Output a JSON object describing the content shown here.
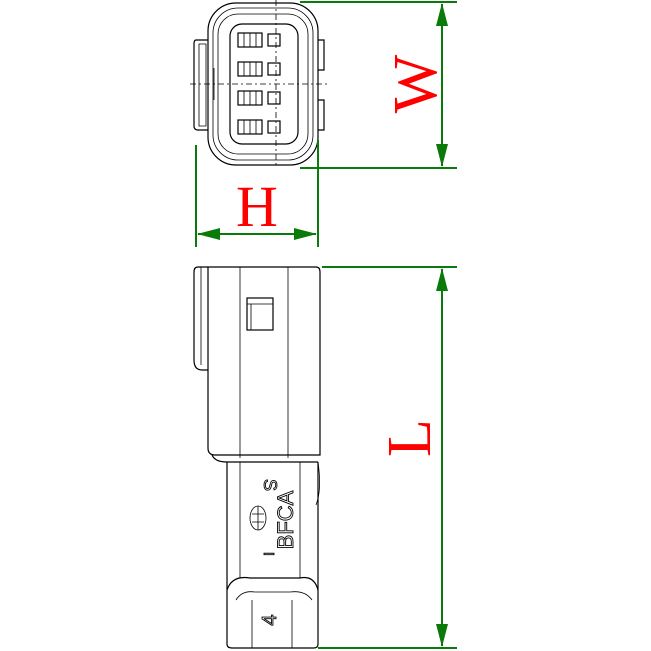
{
  "dimensions": {
    "width_label": "W",
    "height_label": "H",
    "length_label": "L"
  },
  "part_markings": {
    "s": "S",
    "code": "BFCA",
    "i": "I",
    "pin_count": "4"
  },
  "colors": {
    "dimension_line": "#0a7a0a",
    "dimension_label": "#ff0000",
    "outline": "#000000"
  }
}
